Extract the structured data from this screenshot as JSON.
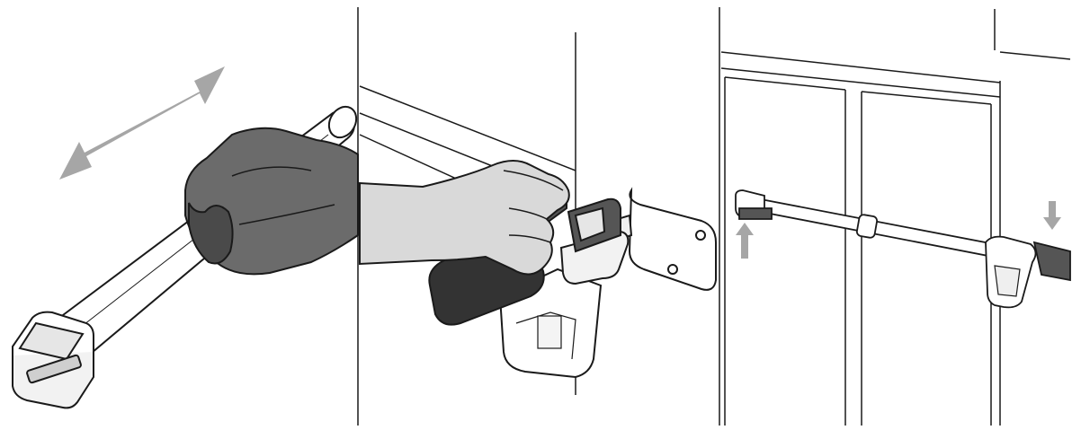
{
  "figure": {
    "panels": [
      {
        "id": "panel-1",
        "content": "hand-extending-telescopic-bar",
        "icon": "double-arrow-icon"
      },
      {
        "id": "panel-2",
        "content": "hand-cleaning-wall-bracket-with-spray"
      },
      {
        "id": "panel-3",
        "content": "bar-installed-between-brackets",
        "icons": [
          "arrow-up-icon",
          "arrow-down-icon"
        ]
      }
    ],
    "colors": {
      "line": "#1a1a1a",
      "glove": "#6b6b6b",
      "glove_dark": "#4a4a4a",
      "hand_light": "#d9d9d9",
      "arrow": "#a6a6a6",
      "bottle": "#333333",
      "bracket_dark": "#555555"
    }
  }
}
